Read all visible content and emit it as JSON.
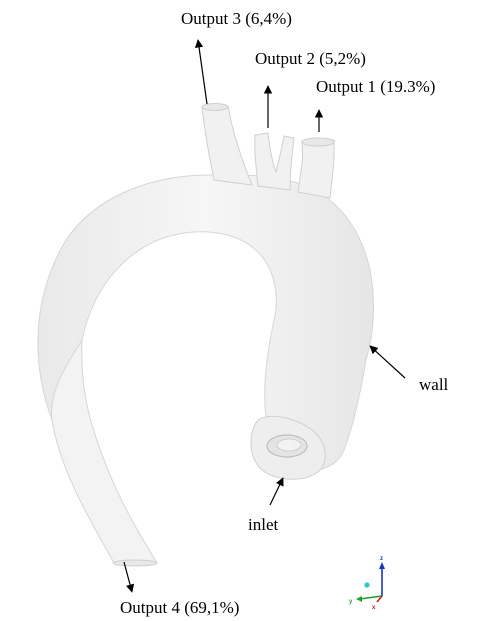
{
  "labels": {
    "output3": "Output 3 (6,4%)",
    "output2": "Output 2 (5,2%)",
    "output1": "Output 1 (19.3%)",
    "wall": "wall",
    "inlet": "inlet",
    "output4": "Output 4 (69,1%)"
  },
  "axes": {
    "z": "z",
    "y": "y",
    "x": "x"
  },
  "colors": {
    "vessel_fill": "#f1f1f1",
    "vessel_edge": "#d4d4d4",
    "axis_z": "#1a35c4",
    "axis_y": "#1f9e2c",
    "axis_x": "#c82020",
    "origin_dot": "#2fc6c6"
  }
}
